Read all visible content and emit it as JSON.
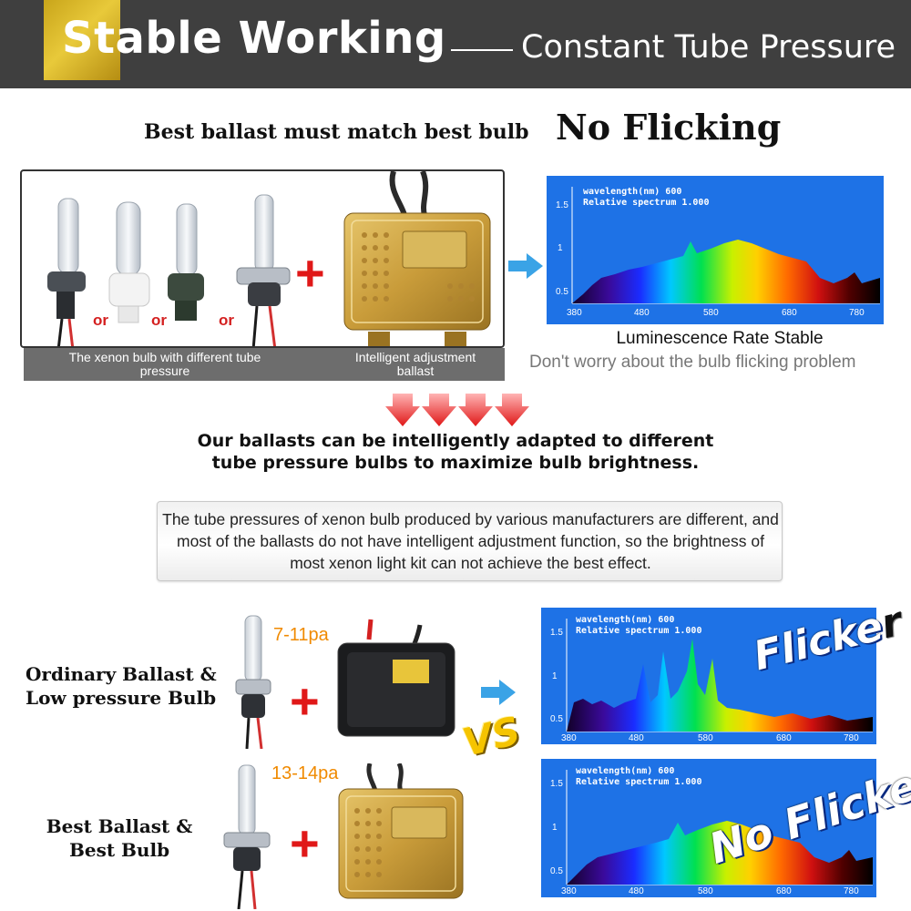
{
  "header": {
    "title": "Stable Working",
    "subtitle": "Constant Tube Pressure"
  },
  "top": {
    "tagline": "Best ballast must match best bulb",
    "noflick_title": "No Flicking",
    "or_labels": [
      "or",
      "or",
      "or"
    ],
    "caption_left": "The xenon bulb with different tube pressure",
    "caption_right": "Intelligent adjustment ballast",
    "lum_title": "Luminescence Rate Stable",
    "lum_sub": "Don't worry about the bulb flicking problem"
  },
  "spectrum": {
    "line1": "wavelength(nm) 600",
    "line2": "Relative spectrum 1.000",
    "y_ticks": [
      "1.5",
      "1",
      "0.5"
    ],
    "x_ticks": [
      "380",
      "480",
      "580",
      "680",
      "780"
    ]
  },
  "middle": {
    "adapt_text": "Our ballasts can be intelligently adapted to different tube pressure bulbs to maximize bulb brightness.",
    "note_text": "The tube pressures of xenon bulb produced by various manufacturers are different, and most of the ballasts do not have intelligent adjustment function, so the brightness of most xenon light kit can not achieve the best effect."
  },
  "compare": {
    "ordinary_label_1": "Ordinary Ballast &",
    "ordinary_label_2": "Low pressure Bulb",
    "best_label_1": "Best Ballast &",
    "best_label_2": "Best Bulb",
    "pa_low": "7-11pa",
    "pa_high": "13-14pa",
    "vs": "VS",
    "flicker_main": "Flicke",
    "flicker_tail": "r",
    "noflicker_main": "No Flicke",
    "noflicker_tail": "r"
  },
  "colors": {
    "header_bg": "#3f3f3f",
    "gold": "#d8b52a",
    "accent_red": "#e01818",
    "accent_orange": "#f08a00",
    "spectrum_bg": "#1e72e6",
    "arrow_blue": "#3aa3e6"
  }
}
